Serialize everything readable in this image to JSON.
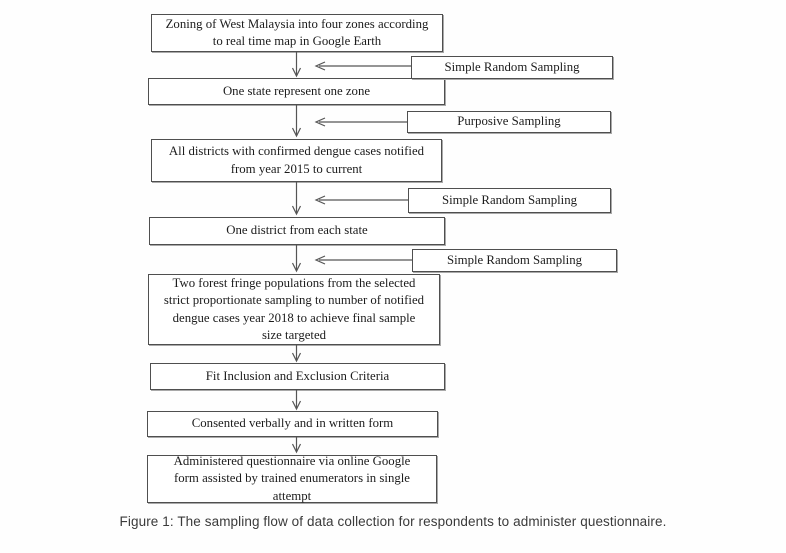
{
  "figure": {
    "caption": "Figure 1: The sampling flow of data collection for respondents to administer questionnaire.",
    "flow": {
      "main_boxes": [
        {
          "id": "zoning",
          "text": "Zoning of West Malaysia into four zones according\nto real time map in Google Earth"
        },
        {
          "id": "one-state",
          "text": "One state represent one zone"
        },
        {
          "id": "districts",
          "text": "All districts with confirmed dengue cases notified\nfrom year 2015 to current"
        },
        {
          "id": "one-district",
          "text": "One district from each state"
        },
        {
          "id": "forest-fringe",
          "text": "Two forest fringe populations from the selected\nstrict proportionate sampling to number of notified\ndengue cases year 2018 to achieve final sample\nsize targeted"
        },
        {
          "id": "criteria",
          "text": "Fit Inclusion and Exclusion Criteria"
        },
        {
          "id": "consent",
          "text": "Consented verbally and in written form"
        },
        {
          "id": "questionnaire",
          "text": "Administered questionnaire via online Google\nform assisted by trained enumerators in single\nattempt"
        }
      ],
      "side_boxes": [
        {
          "label": "Simple Random Sampling"
        },
        {
          "label": "Purposive Sampling"
        },
        {
          "label": "Simple Random Sampling"
        },
        {
          "label": "Simple Random Sampling"
        }
      ],
      "line_color": "#555555",
      "box_border_color": "#4f4f4f"
    }
  }
}
